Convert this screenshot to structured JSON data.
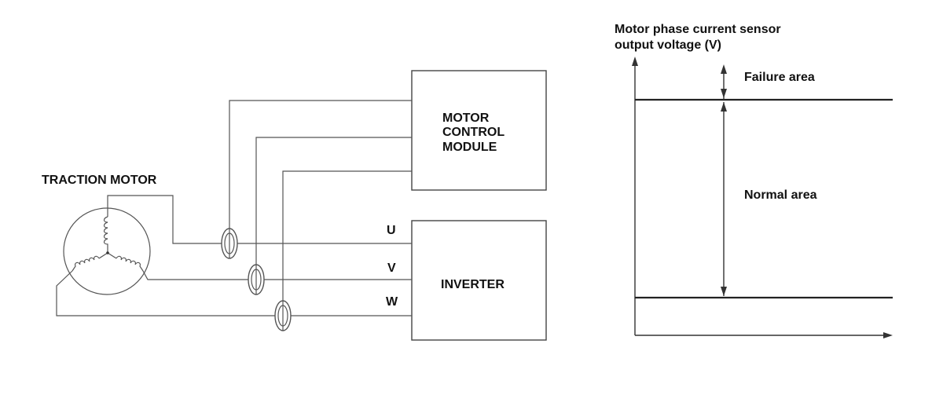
{
  "wiring": {
    "motor_label": "TRACTION MOTOR",
    "mcm_label_lines": [
      "MOTOR",
      "CONTROL",
      "MODULE"
    ],
    "inverter_label": "INVERTER",
    "phase_labels": [
      "U",
      "V",
      "W"
    ]
  },
  "graph": {
    "ylabel_lines": [
      "Motor phase current sensor",
      "output voltage (V)"
    ],
    "failure_area_label": "Failure area",
    "normal_area_label": "Normal area"
  },
  "colors": {
    "line": "#555555",
    "text": "#111111",
    "background": "#ffffff"
  }
}
